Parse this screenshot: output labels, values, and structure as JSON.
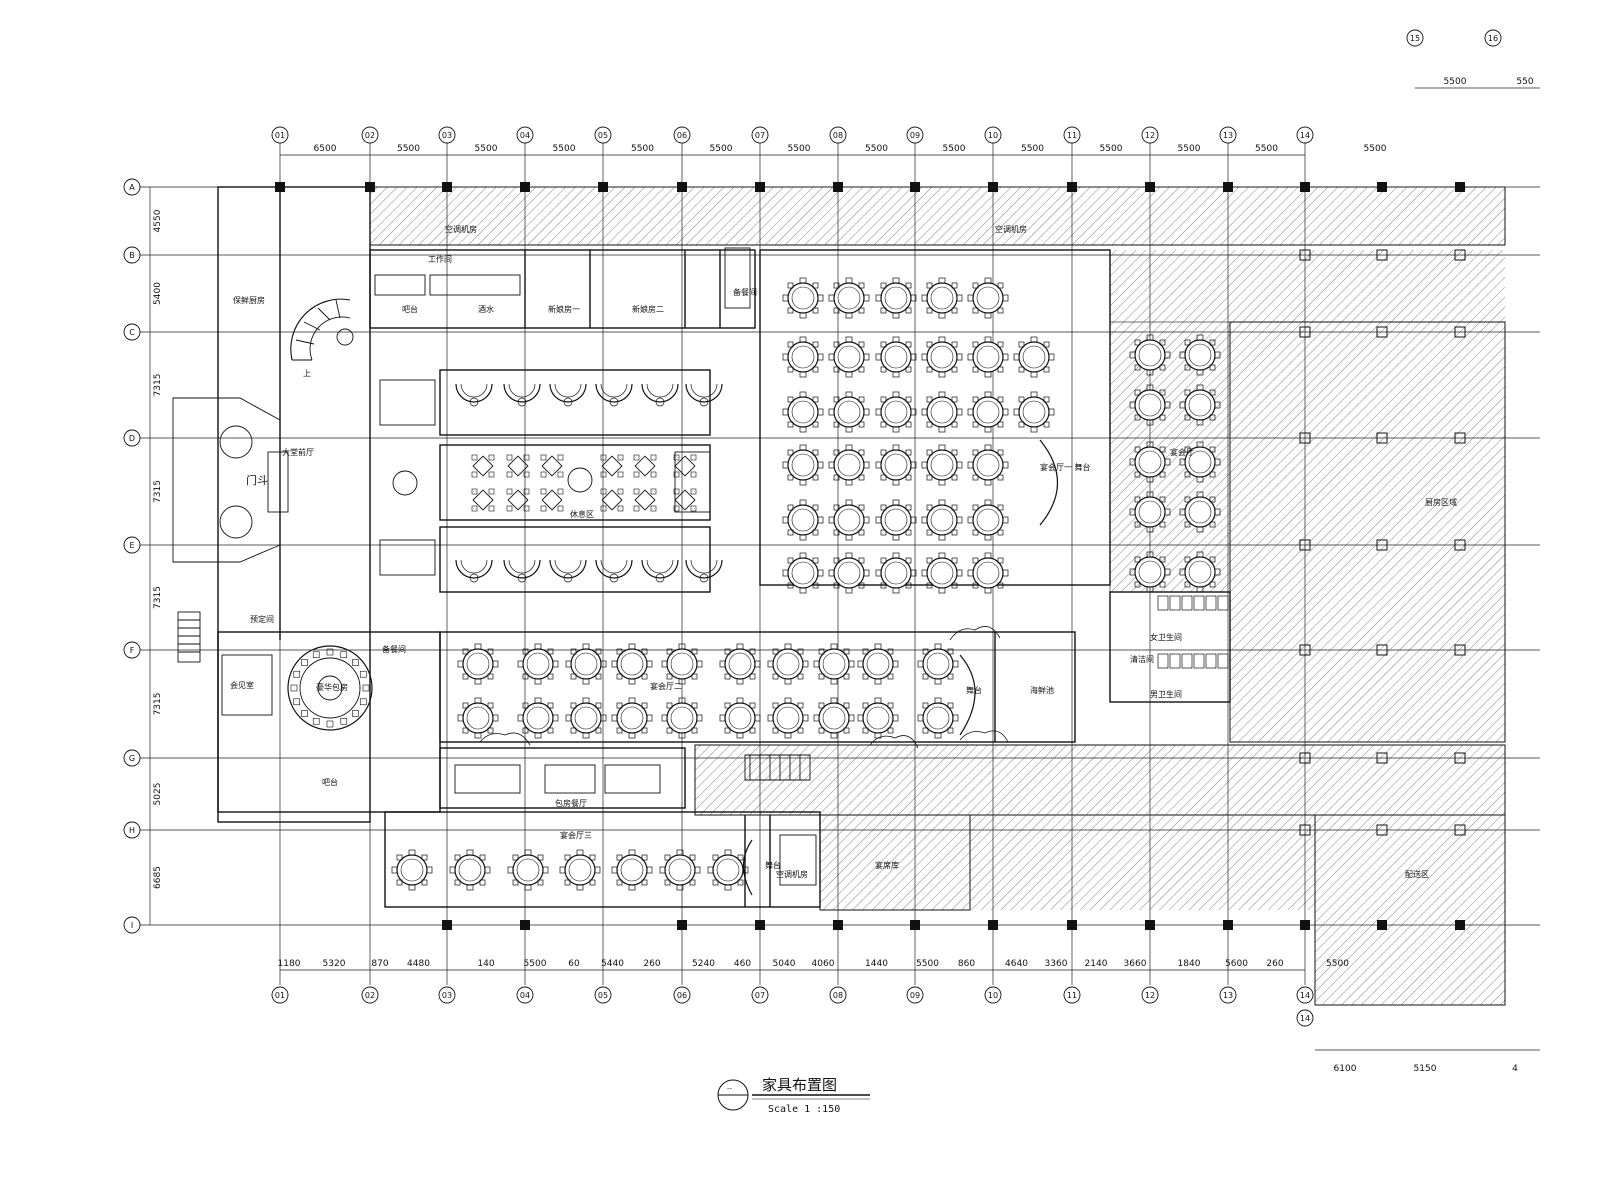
{
  "drawing": {
    "title": "家具布置图",
    "scale": "Scale 1 :150",
    "title_symbol": "--"
  },
  "grid": {
    "top_axes": [
      "01",
      "02",
      "03",
      "04",
      "05",
      "06",
      "07",
      "08",
      "09",
      "10",
      "11",
      "12",
      "13",
      "14"
    ],
    "extra_axes": [
      "15",
      "16"
    ],
    "row_axes": [
      "A",
      "B",
      "C",
      "D",
      "E",
      "F",
      "G",
      "H",
      "I"
    ],
    "top_dims": [
      "6500",
      "5500",
      "5500",
      "5500",
      "5500",
      "5500",
      "5500",
      "5500",
      "5500",
      "5500",
      "5500",
      "5500",
      "5500"
    ],
    "top_right_dim": "5500",
    "extra_dims": [
      "5500",
      "550"
    ],
    "left_dims": [
      "4550",
      "5400",
      "7315",
      "7315",
      "7315",
      "7315",
      "5025",
      "6685"
    ],
    "bottom_dims": [
      "1180",
      "5320",
      "870",
      "4480",
      "140",
      "5500",
      "60",
      "5440",
      "260",
      "5240",
      "460",
      "5040",
      "4060",
      "1440",
      "5500",
      "860",
      "4640",
      "3360",
      "2140",
      "3660",
      "1840",
      "5600",
      "260",
      "5500"
    ],
    "bottom_axes": [
      "01",
      "02",
      "03",
      "04",
      "05",
      "06",
      "07",
      "08",
      "09",
      "10",
      "11",
      "12",
      "13",
      "14"
    ],
    "bottom_right_dims": [
      "6100",
      "5150",
      "4"
    ],
    "bottom_right_axis": "14"
  },
  "rooms": {
    "kitchen_stair": "保鲜厨房",
    "workroom": "工作间",
    "bar_counter": "吧台",
    "prep": "酒水",
    "bride_room_1": "新娘房一",
    "bride_room_2": "新娘房二",
    "storage": "备餐间",
    "ac_room_1": "空调机房",
    "ac_room_2": "空调机房",
    "lobby": "大堂前厅",
    "porch": "门斗",
    "upstairs": "上",
    "cafe": "休息区",
    "banquet_1_stage": "宴会厅一 舞台",
    "reservation": "预定间",
    "vip_lounge": "会见室",
    "vip_room": "豪华包房",
    "pantry": "备餐间",
    "bar": "吧台",
    "banquet_2": "宴会厅二",
    "stage_2": "舞台",
    "seafood": "海鲜池",
    "female_wc": "女卫生间",
    "male_wc": "男卫生间",
    "cleaning": "清洁间",
    "east_hall": "宴会厅",
    "far_right": "厨房区域",
    "small_hall": "包房餐厅",
    "banquet_3": "宴会厅三",
    "stage_3": "舞台",
    "ac_room_3": "空调机房",
    "dish_room": "宴席库",
    "loading": "配送区"
  },
  "colors": {
    "line": "#111111",
    "hatch": "#555555",
    "grid": "#222222"
  }
}
